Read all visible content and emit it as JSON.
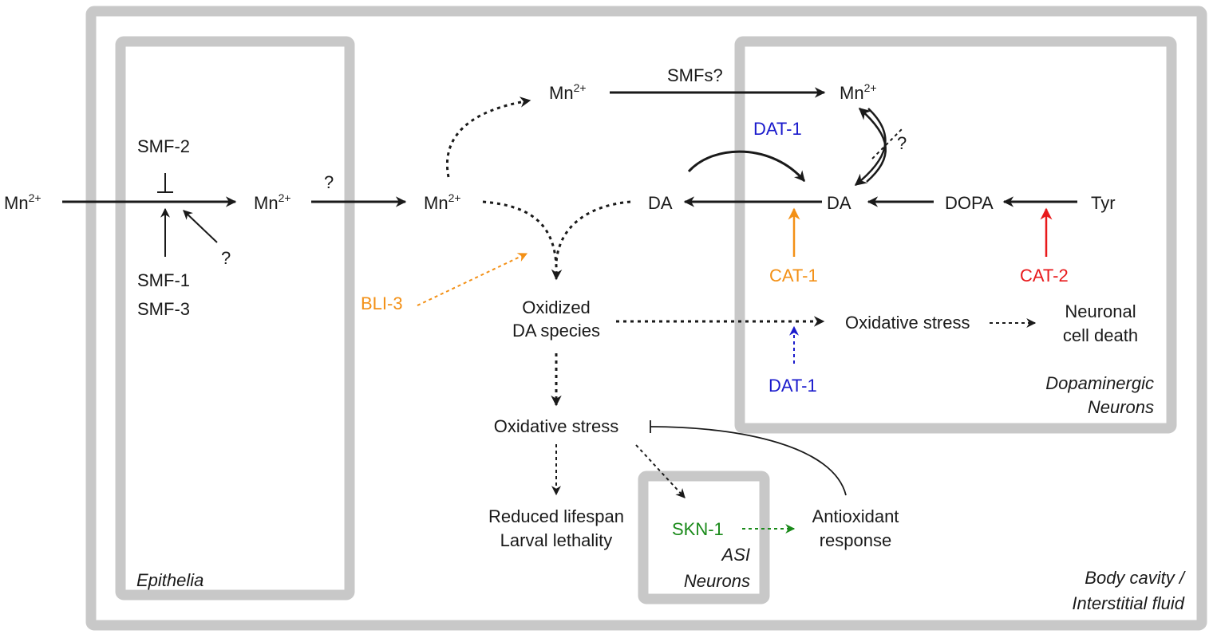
{
  "colors": {
    "box": "#c8c8c8",
    "ink": "#1a1a1a",
    "blue": "#1a1acc",
    "orange": "#f39016",
    "red": "#e8191b",
    "green": "#1a8a1a"
  },
  "compartments": {
    "body": [
      "Body cavity /",
      "Interstitial fluid"
    ],
    "epithelia": "Epithelia",
    "dopaminergic": [
      "Dopaminergic",
      "Neurons"
    ],
    "asi": [
      "ASI",
      "Neurons"
    ]
  },
  "labels": {
    "mn_base": "Mn",
    "mn_charge": "2+",
    "smf2": "SMF-2",
    "smf1": "SMF-1",
    "smf3": "SMF-3",
    "question": "?",
    "smfs": "SMFs?",
    "dat1": "DAT-1",
    "da": "DA",
    "dopa": "DOPA",
    "tyr": "Tyr",
    "cat1": "CAT-1",
    "cat2": "CAT-2",
    "bli3": "BLI-3",
    "oxidized": [
      "Oxidized",
      "DA species"
    ],
    "oxstress": "Oxidative stress",
    "neuronal": [
      "Neuronal",
      "cell death"
    ],
    "reduced": [
      "Reduced lifespan",
      "Larval lethality"
    ],
    "skn1": "SKN-1",
    "antiox": [
      "Antioxidant",
      "response"
    ]
  }
}
